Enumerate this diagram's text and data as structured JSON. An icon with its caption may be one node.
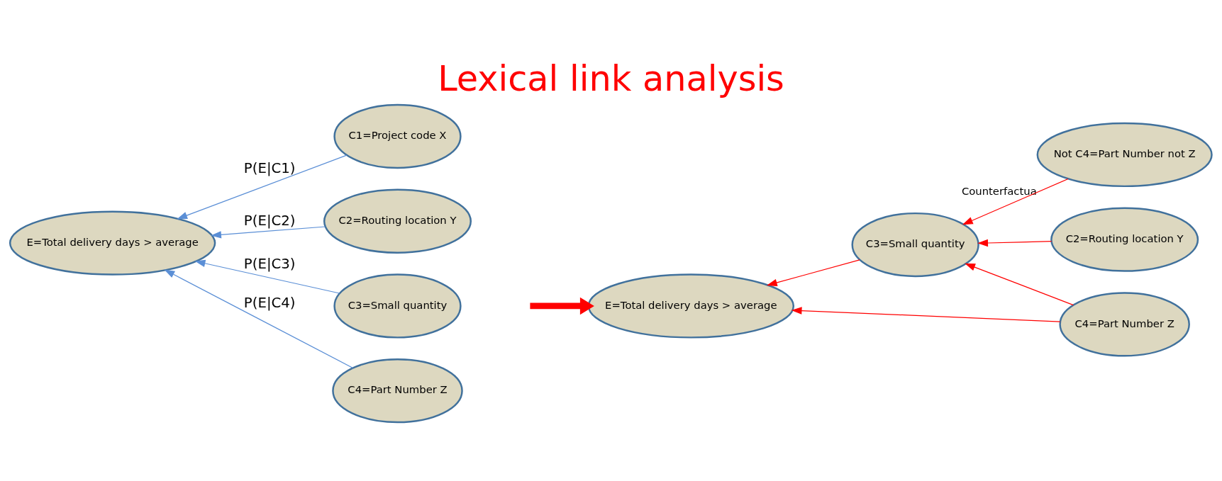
{
  "diagram": {
    "title": "Lexical link analysis",
    "nodes": [
      {
        "text": [
          "E=Total delivery days > average"
        ]
      },
      {
        "text": [
          "C1=Project code X"
        ]
      },
      {
        "text": [
          "C2=Routing location Y"
        ]
      },
      {
        "text": [
          "C3=Small quantity"
        ]
      },
      {
        "text": [
          "C4=Part Number Z"
        ]
      },
      {
        "text": [
          "E=Total delivery days > average"
        ]
      },
      {
        "text": [
          "C2=Routing location Y"
        ]
      },
      {
        "text": [
          "C3=Small quantity"
        ]
      },
      {
        "text": [
          "C4=Part Number Z"
        ]
      },
      {
        "text": [
          "Not C4=Part Number not Z"
        ],
        "beside": [
          "Counterfactua"
        ]
      }
    ],
    "edges": [
      {
        "from": 1,
        "to": 0,
        "arrow": "to",
        "label": "P(E|C1)",
        "color": "#5b8fd6"
      },
      {
        "from": 2,
        "to": 0,
        "arrow": "to",
        "label": "P(E|C2)",
        "color": "#5b8fd6"
      },
      {
        "from": 3,
        "to": 0,
        "arrow": "to",
        "label": "P(E|C3)",
        "color": "#5b8fd6"
      },
      {
        "from": 4,
        "to": 0,
        "arrow": "to",
        "label": "P(E|C4)",
        "color": "#5b8fd6"
      },
      {
        "from": null,
        "to": 5,
        "arrow": "to",
        "style": "thick"
      },
      {
        "from": 6,
        "to": 7,
        "arrow": "to"
      },
      {
        "from": 7,
        "to": 5,
        "arrow": "to"
      },
      {
        "from": 8,
        "to": 5,
        "arrow": "to"
      },
      {
        "from": 8,
        "to": 7,
        "arrow": "to"
      },
      {
        "from": 9,
        "to": 7,
        "arrow": "to"
      }
    ]
  }
}
